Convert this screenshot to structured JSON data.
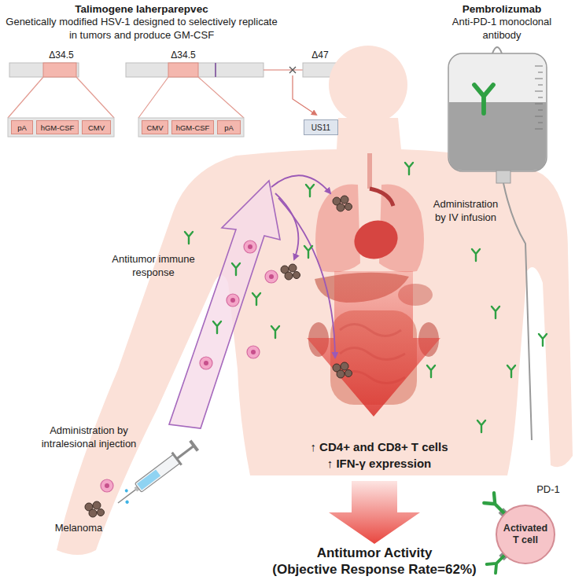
{
  "diagram": {
    "nodes": [
      {
        "text": [
          "pA"
        ]
      },
      {
        "text": [
          "hGM-CSF"
        ]
      },
      {
        "text": [
          "CMV"
        ]
      },
      {
        "text": [
          "CMV"
        ]
      },
      {
        "text": [
          "hGM-CSF"
        ]
      },
      {
        "text": [
          "pA"
        ]
      },
      {
        "text": [
          "US11"
        ]
      },
      {
        "text": [
          "Activated T cell"
        ]
      }
    ],
    "labels": [
      "Talimogene laherparepvec",
      "Genetically modified HSV-1 designed to selectively replicate in tumors and produce GM-CSF",
      "Pembrolizumab",
      "Anti-PD-1 monoclonal antibody",
      "Δ34.5",
      "Δ34.5",
      "Δ47",
      "Administration by IV infusion",
      "Antitumor immune response",
      "Administration by intralesional injection",
      "Melanoma",
      "↑ CD4+ and CD8+ T cells",
      "↑ IFN-γ expression",
      "PD-1",
      "Antitumor Activity",
      "(Objective Response Rate=62%)"
    ]
  }
}
